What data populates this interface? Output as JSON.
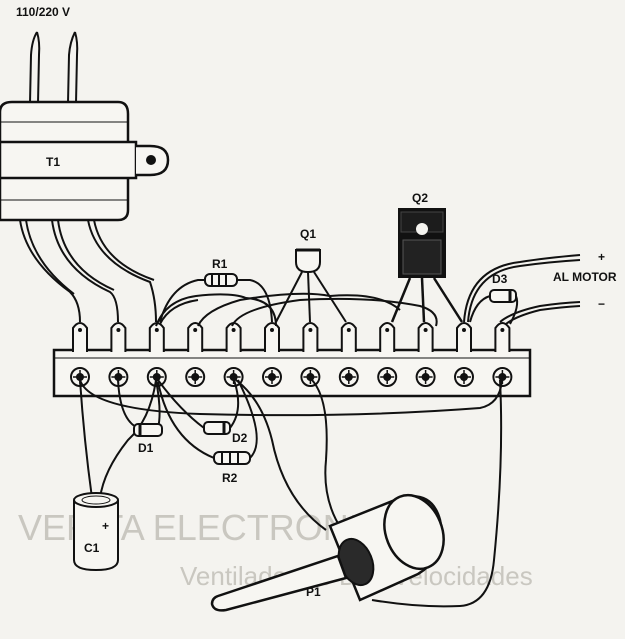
{
  "diagram": {
    "supply_label": "110/220 V",
    "transformer_label": "T1",
    "q1_label": "Q1",
    "q2_label": "Q2",
    "r1_label": "R1",
    "r2_label": "R2",
    "d1_label": "D1",
    "d2_label": "D2",
    "d3_label": "D3",
    "c1_label": "C1",
    "p1_label": "P1",
    "motor_label": "AL MOTOR",
    "motor_plus": "+",
    "motor_minus": "−",
    "c1_polarity": "+",
    "terminal_count": 12
  },
  "background_bleed": {
    "heading": "VER TA   ELECTRONICA",
    "subheading": "Ventilador de Dos Velocidades"
  },
  "colors": {
    "ink": "#111111",
    "paper": "#f4f3ef",
    "bleed": "#c9c7c0"
  }
}
